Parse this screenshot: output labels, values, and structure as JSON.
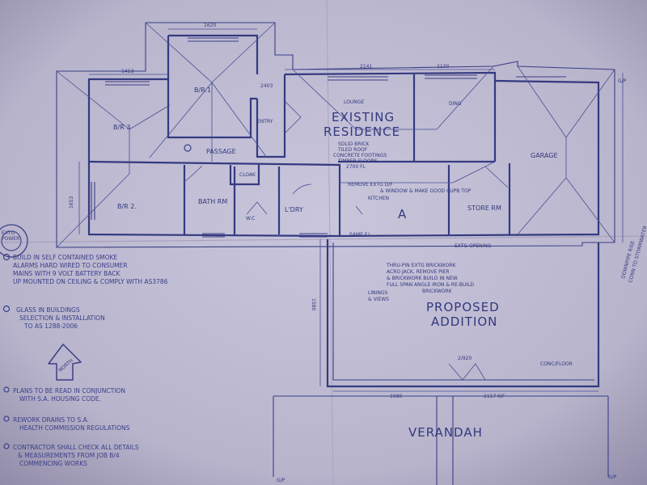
{
  "rooms": {
    "br1": "B/R.1",
    "br2": "B/R 2.",
    "br3": "B/R 3",
    "passage": "PASSAGE",
    "entry": "ENTRY",
    "lounge": "LOUNGE",
    "dining": "DING",
    "garage": "GARAGE",
    "bathroom": "BATH RM",
    "cloak": "CLOAK",
    "wc": "W.C",
    "laundry": "L'DRY",
    "kitchen": "KITCHEN",
    "store": "STORE RM",
    "verandah": "VERANDAH"
  },
  "titles": {
    "existing_1": "EXISTING",
    "existing_2": "RESIDENCE",
    "proposed_1": "PROPOSED",
    "proposed_2": "ADDITION"
  },
  "construction": {
    "l1": "SOLID BRICK",
    "l2": "TILED ROOF",
    "l3": "CONCRETE FOOTINGS",
    "l4": "TIMBER FLOORS",
    "l5": "2700 FL"
  },
  "dimensions": {
    "d1620": "1620",
    "d1413": "1413",
    "d2141": "2141",
    "d2130": "2130",
    "d2403": "2403",
    "d1653": "1653",
    "d1580v": "1580",
    "d1580h": "1580",
    "d2117": "2117 0/F",
    "d2920": "2/920",
    "gp_top": "G/P",
    "gp_bl": "G/P",
    "gp_br": "G/P",
    "same_fl": "SAME F.L."
  },
  "annotations": {
    "remove": "REMOVE EXTG D/F",
    "remove2": "& WINDOW & MAKE GOOD CUPB TOP",
    "a_mark": "A",
    "exg_opening": "EXTG OPENING",
    "thru_1": "THRU-PIN EXTG BRICKWORK",
    "thru_2": "ACRO JACK, REMOVE PIER",
    "thru_3": "& BRICKWORK BUILD IN NEW",
    "thru_4": "FULL SPAN ANGLE IRON & RE-BUILD",
    "thru_5": "BRICKWORK",
    "linings_1": "LININGS",
    "linings_2": "& VIEWS",
    "conc_floor": "CONC/FLOOR",
    "side_1": "EXTG",
    "side_2": "POWER",
    "right_1": "DOWNPIPE RISE",
    "right_2": "CONN TO STORMWATER"
  },
  "notes": {
    "n1_1": "BUILD IN SELF CONTAINED SMOKE",
    "n1_2": "ALARMS HARD WIRED TO CONSUMER",
    "n1_3": "MAINS WITH 9 VOLT BATTERY BACK",
    "n1_4": "UP MOUNTED ON CEILING & COMPLY WITH AS3786",
    "n2_1": "GLASS IN BUILDINGS",
    "n2_2": "SELECTION & INSTALLATION",
    "n2_3": "TO AS 1288-2006",
    "north": "NORTH",
    "n3_1": "PLANS TO BE READ IN CONJUNCTION",
    "n3_2": "WITH S.A. HOUSING CODE.",
    "n4_1": "REWORK DRAINS TO S.A.",
    "n4_2": "HEALTH COMMISSION REGULATIONS",
    "n5_1": "CONTRACTOR SHALL CHECK ALL DETAILS",
    "n5_2": "& MEASUREMENTS FROM JOB B/4",
    "n5_3": "COMMENCING WORKS"
  },
  "colors": {
    "paper": "#b9b5cf",
    "ink": "#343a80"
  }
}
